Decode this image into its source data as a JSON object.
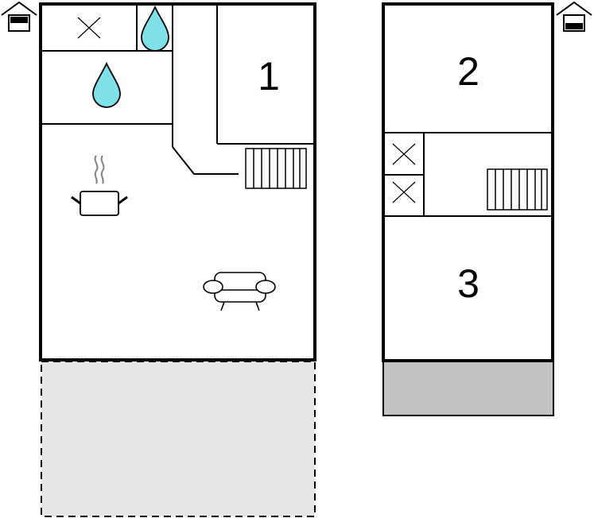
{
  "floor_plan": {
    "ground_floor": {
      "rooms": [
        {
          "id": "bedroom-1",
          "number": "1"
        }
      ],
      "fixtures": [
        "cross-box-icon",
        "water-drop-icon",
        "water-drop-icon",
        "cooking-pot-icon",
        "sofa-icon",
        "staircase-icon"
      ],
      "terrace_style": "dashed"
    },
    "upper_floor": {
      "rooms": [
        {
          "id": "bedroom-2",
          "number": "2"
        },
        {
          "id": "bedroom-3",
          "number": "3"
        }
      ],
      "fixtures": [
        "cross-box-icon",
        "cross-box-icon",
        "staircase-icon"
      ],
      "balcony_style": "solid"
    },
    "colors": {
      "wall": "#000000",
      "water": "#7fe0ec",
      "terrace": "#e6e6e6",
      "balcony": "#c2c2c2",
      "icon_grey": "#808080"
    }
  }
}
